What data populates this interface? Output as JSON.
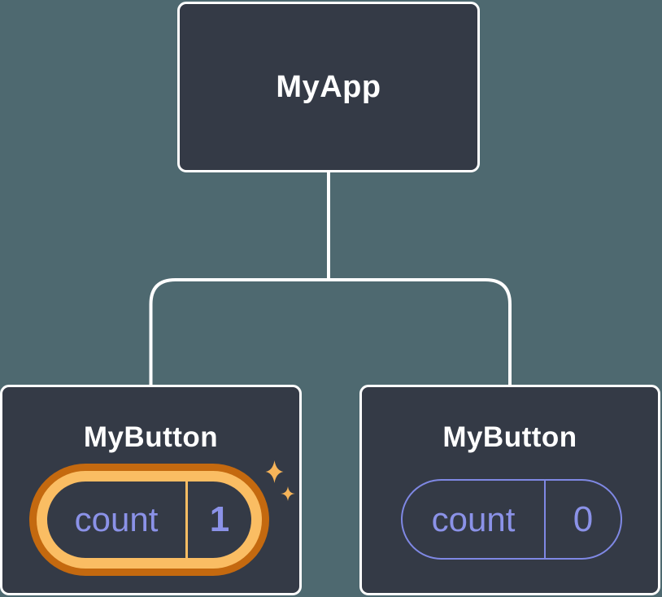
{
  "tree": {
    "root": {
      "label": "MyApp"
    },
    "children": [
      {
        "label": "MyButton",
        "state_key": "count",
        "state_value": "1",
        "highlighted": true
      },
      {
        "label": "MyButton",
        "state_key": "count",
        "state_value": "0",
        "highlighted": false
      }
    ]
  },
  "icons": {
    "sparkles": "sparkles-icon"
  },
  "colors": {
    "background": "#4e6970",
    "node_fill": "#343a46",
    "node_border": "#ffffff",
    "label_text": "#ffffff",
    "state_text": "#8b92e8",
    "pill_outline": "#7f88e4",
    "highlight_gold": "#fabd63",
    "highlight_orange": "#c4690f",
    "sparkle_gold": "#f6b459"
  }
}
